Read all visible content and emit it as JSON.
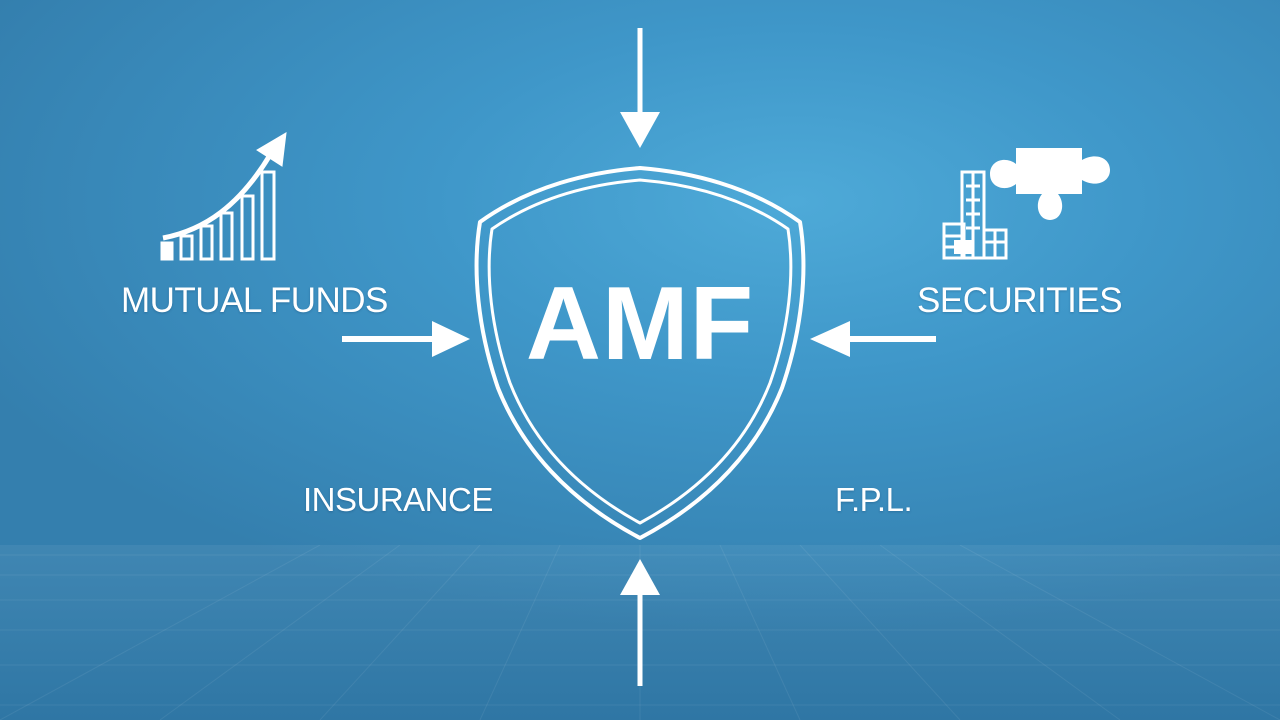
{
  "center": {
    "title": "AMF"
  },
  "nodes": {
    "mutual_funds": "MUTUAL FUNDS",
    "securities": "SECURITIES",
    "insurance": "INSURANCE",
    "fpl": "F.P.L."
  },
  "icons": {
    "mutual_funds": "growth-bar-chart-icon",
    "securities": "buildings-puzzle-icon"
  },
  "colors": {
    "background": "#3f97c9",
    "foreground": "#ffffff"
  }
}
